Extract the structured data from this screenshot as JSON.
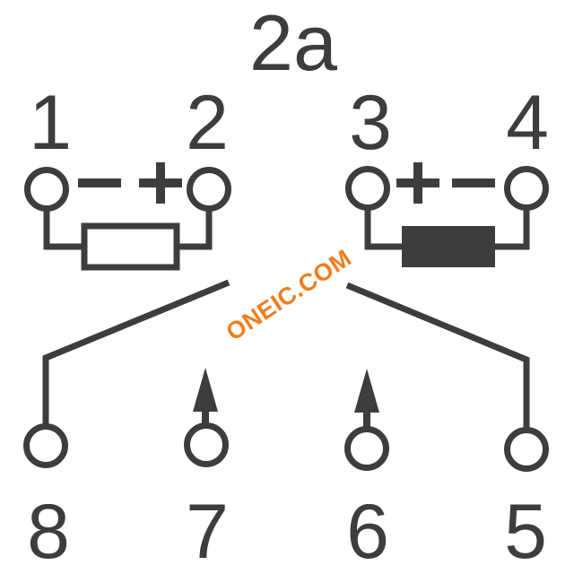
{
  "colors": {
    "ink": "#3d3d3f",
    "watermark": "#ee7e1b",
    "background": "#ffffff"
  },
  "diagram": {
    "title": "2a",
    "watermark_text": "ONEIC.COM",
    "top_pins": {
      "pin1": "1",
      "pin2": "2",
      "pin3": "3",
      "pin4": "4"
    },
    "bottom_pins": {
      "pin8": "8",
      "pin7": "7",
      "pin6": "6",
      "pin5": "5"
    },
    "coil_left": {
      "polarity_near_pin1": "−",
      "polarity_near_pin2": "+",
      "body": "outlined"
    },
    "coil_right": {
      "polarity_near_pin3": "+",
      "polarity_near_pin4": "−",
      "body": "filled"
    }
  }
}
